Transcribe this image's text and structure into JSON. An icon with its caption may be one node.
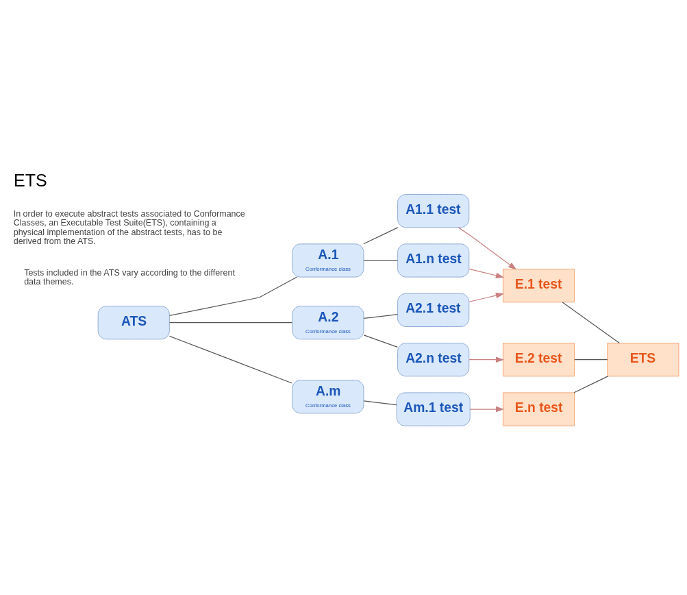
{
  "diagram": {
    "title": "ETS",
    "nodes": [
      {
        "text": [
          "ATS"
        ]
      },
      {
        "text": [
          "A.1",
          "Conformance class"
        ]
      },
      {
        "text": [
          "A.2",
          "Conformance class"
        ]
      },
      {
        "text": [
          "A.m",
          "Conformance class"
        ]
      },
      {
        "text": [
          "A1.1 test"
        ]
      },
      {
        "text": [
          "A1.n test"
        ]
      },
      {
        "text": [
          "A2.1 test"
        ]
      },
      {
        "text": [
          "A2.n test"
        ]
      },
      {
        "text": [
          "Am.1 test"
        ]
      },
      {
        "text": [
          "E.1 test"
        ]
      },
      {
        "text": [
          "E.2 test"
        ]
      },
      {
        "text": [
          "E.n test"
        ]
      },
      {
        "text": [
          "ETS"
        ]
      }
    ],
    "edges": [
      {
        "from": 0,
        "to": 1,
        "arrow": "none"
      },
      {
        "from": 0,
        "to": 2,
        "arrow": "none"
      },
      {
        "from": 0,
        "to": 3,
        "arrow": "none"
      },
      {
        "from": 1,
        "to": 4,
        "arrow": "none"
      },
      {
        "from": 1,
        "to": 5,
        "arrow": "none"
      },
      {
        "from": 2,
        "to": 6,
        "arrow": "none"
      },
      {
        "from": 2,
        "to": 7,
        "arrow": "none"
      },
      {
        "from": 3,
        "to": 8,
        "arrow": "none"
      },
      {
        "from": 4,
        "to": 9,
        "arrow": "to",
        "color": "#c98080"
      },
      {
        "from": 5,
        "to": 9,
        "arrow": "to",
        "color": "#c98080"
      },
      {
        "from": 6,
        "to": 9,
        "arrow": "to",
        "color": "#c98080"
      },
      {
        "from": 7,
        "to": 10,
        "arrow": "to",
        "color": "#c98080"
      },
      {
        "from": 8,
        "to": 11,
        "arrow": "to",
        "color": "#c98080"
      },
      {
        "from": 9,
        "to": 12,
        "arrow": "none"
      },
      {
        "from": 10,
        "to": 12,
        "arrow": "none"
      },
      {
        "from": 11,
        "to": 12,
        "arrow": "none"
      }
    ],
    "labels": [
      "In order to execute abstract tests associated to Conformance Classes, an Executable Test Suite(ETS), containing a physical implementation of the abstract tests, has to be derived from the ATS.",
      "Tests included in the ATS vary according to the different data themes."
    ]
  }
}
